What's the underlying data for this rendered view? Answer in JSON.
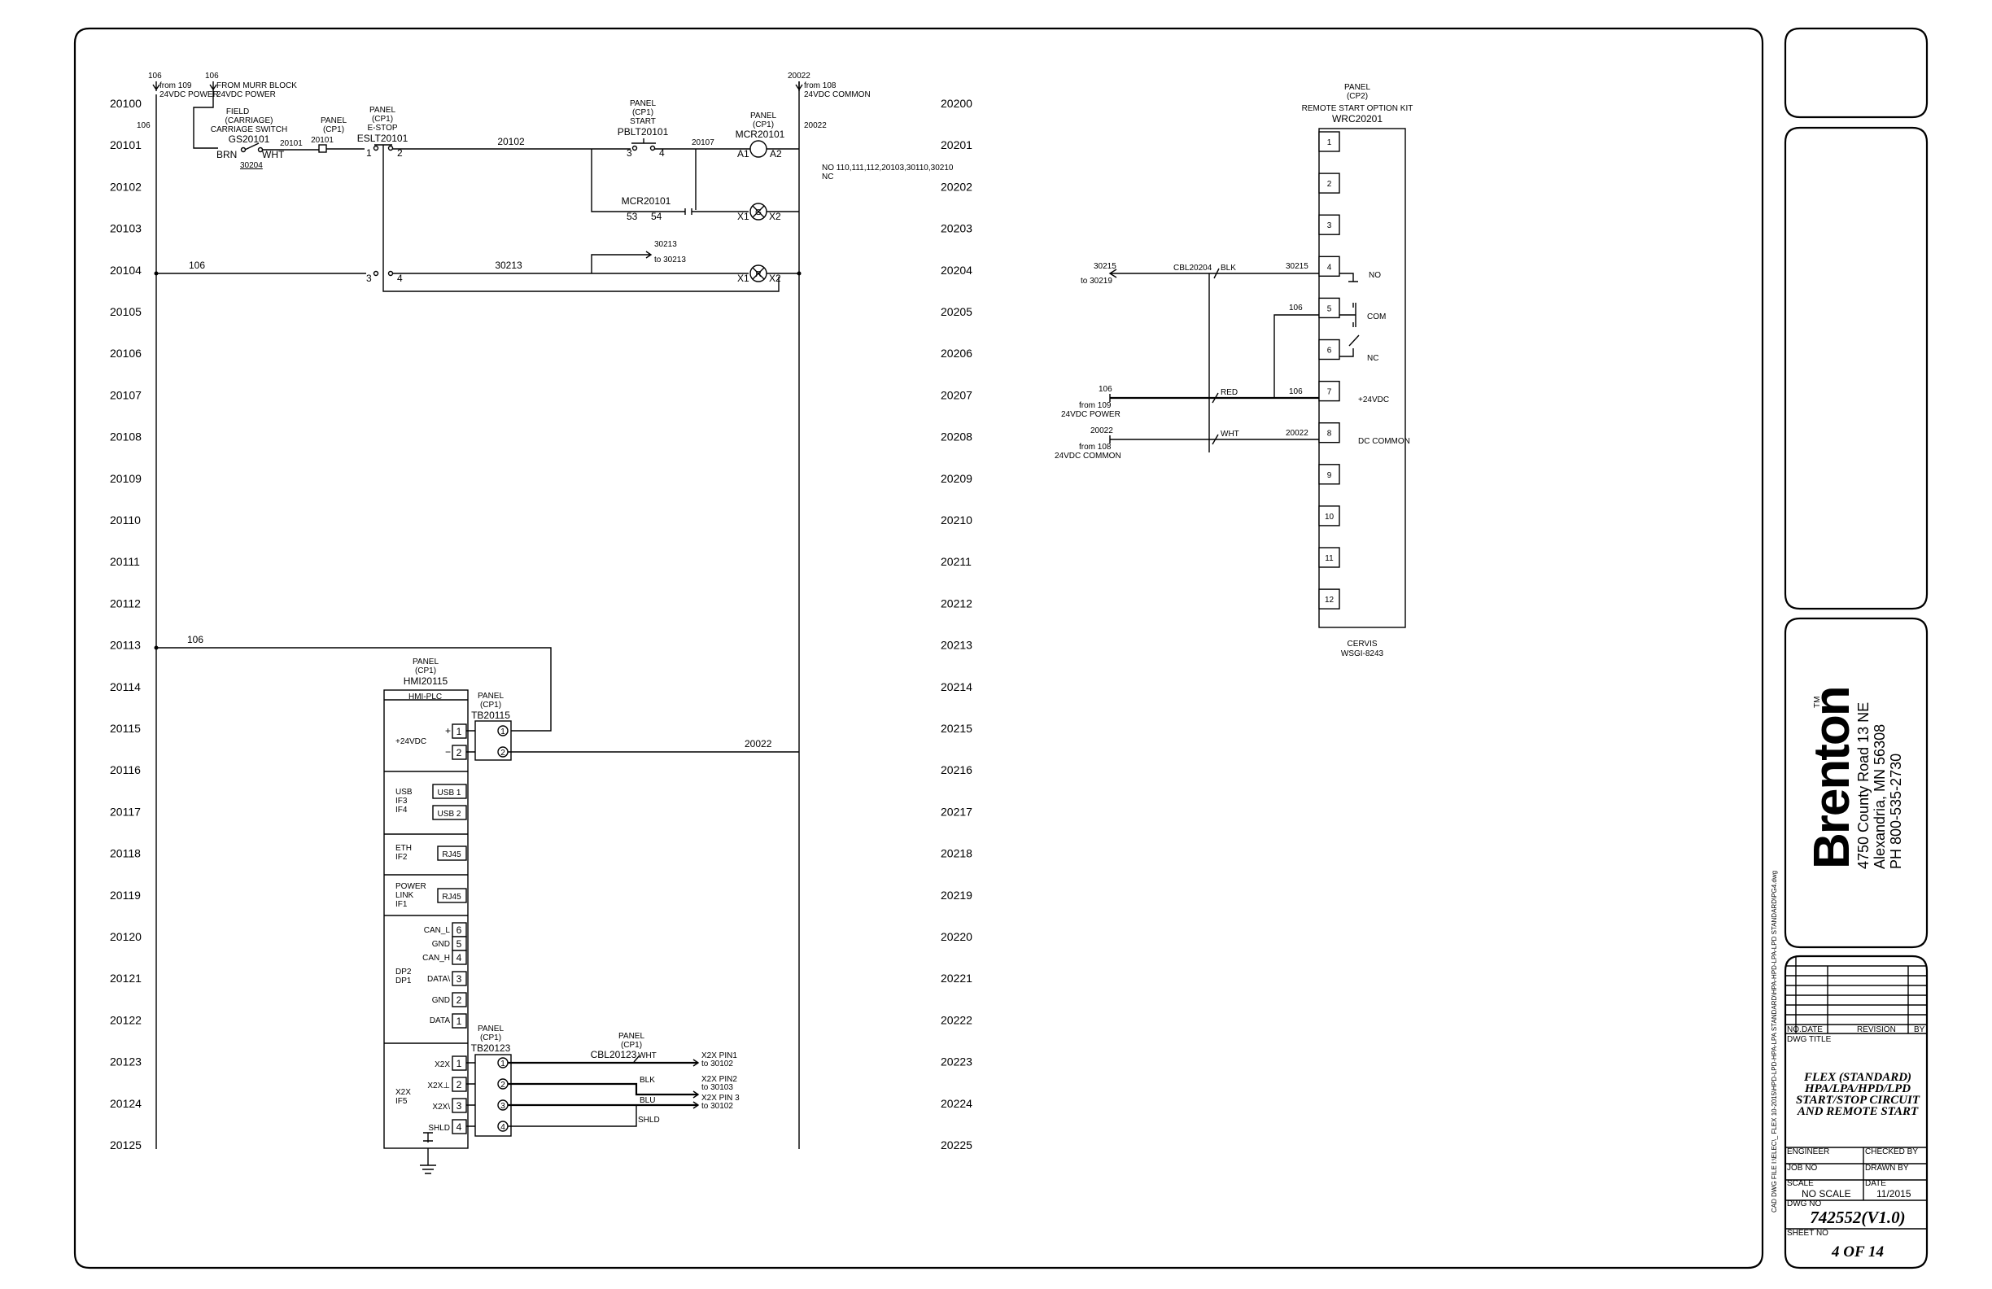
{
  "rungs_left": [
    "20100",
    "20101",
    "20102",
    "20103",
    "20104",
    "20105",
    "20106",
    "20107",
    "20108",
    "20109",
    "20110",
    "20111",
    "20112",
    "20113",
    "20114",
    "20115",
    "20116",
    "20117",
    "20118",
    "20119",
    "20120",
    "20121",
    "20122",
    "20123",
    "20124",
    "20125"
  ],
  "rungs_right": [
    "20200",
    "20201",
    "20202",
    "20203",
    "20204",
    "20205",
    "20206",
    "20207",
    "20208",
    "20209",
    "20210",
    "20211",
    "20212",
    "20213",
    "20214",
    "20215",
    "20216",
    "20217",
    "20218",
    "20219",
    "20220",
    "20221",
    "20222",
    "20223",
    "20224",
    "20225"
  ],
  "top_feeds": {
    "left_num1": "106",
    "left_num2": "106",
    "left_from": "from 109",
    "left_power": "24VDC POWER",
    "murr_from": "FROM MURR BLOCK",
    "murr_power": "24VDC POWER",
    "right_num": "20022",
    "right_from": "from 108",
    "right_common": "24VDC COMMON",
    "wire106": "106",
    "wire20022": "20022"
  },
  "rung1": {
    "gs_field": "FIELD",
    "gs_carriage": "(CARRIAGE)",
    "gs_type": "CARRIAGE SWITCH",
    "gs_tag": "GS20101",
    "gs_brn": "BRN",
    "gs_wht": "WHT",
    "gs_ref": "30204",
    "wire_20101": "20101",
    "term_panel": "PANEL",
    "term_cp1": "(CP1)",
    "term_tag": "20101",
    "es_panel": "PANEL",
    "es_cp1": "(CP1)",
    "es_type": "E-STOP",
    "es_tag": "ESLT20101",
    "es_t1": "1",
    "es_t2": "2",
    "wire_20102": "20102",
    "pb_panel": "PANEL",
    "pb_cp1": "(CP1)",
    "pb_type": "START",
    "pb_tag": "PBLT20101",
    "pb_t3": "3",
    "pb_t4": "4",
    "wire_20107": "20107",
    "mcr_panel": "PANEL",
    "mcr_cp1": "(CP1)",
    "mcr_tag": "MCR20101",
    "a1": "A1",
    "a2": "A2",
    "no_refs": "NO 110,111,112,20103,30110,30210",
    "nc_refs": "NC"
  },
  "rung2": {
    "mcr_tag": "MCR20101",
    "t53": "53",
    "t54": "54",
    "lamp": "G",
    "x1": "X1",
    "x2": "X2"
  },
  "rung4": {
    "wire106": "106",
    "es_t3": "3",
    "es_t4": "4",
    "wire30213": "30213",
    "arrow_num": "30213",
    "arrow_to": "to 30213",
    "lamp": "R",
    "x1": "X1",
    "x2": "X2"
  },
  "hmi": {
    "wire106": "106",
    "panel": "PANEL",
    "cp1": "(CP1)",
    "tag": "HMI20115",
    "header": "HMI-PLC",
    "v24": "+24VDC",
    "plus": "+",
    "minus": "−",
    "p1": "1",
    "p2": "2",
    "usb_l1": "USB",
    "usb_l2": "IF3",
    "usb_l3": "IF4",
    "usb1": "USB 1",
    "usb2": "USB 2",
    "eth_l1": "ETH",
    "eth_l2": "IF2",
    "rj45a": "RJ45",
    "pl_l1": "POWER",
    "pl_l2": "LINK",
    "pl_l3": "IF1",
    "rj45b": "RJ45",
    "dp_l1": "DP2",
    "dp_l2": "DP1",
    "can_l": "CAN_L",
    "gnd_a": "GND",
    "can_h": "CAN_H",
    "data_a": "DATA\\",
    "gnd_b": "GND",
    "data_b": "DATA",
    "c6": "6",
    "c5": "5",
    "c4": "4",
    "c3": "3",
    "c2": "2",
    "c1": "1",
    "x2x_l1": "X2X",
    "x2x_l2": "IF5",
    "x2x": "X2X",
    "x2x_bar": "X2X⊥",
    "x2x_b": "X2X\\",
    "shld": "SHLD",
    "x1": "1",
    "x2": "2",
    "x3": "3",
    "x4": "4"
  },
  "tb1": {
    "panel": "PANEL",
    "cp1": "(CP1)",
    "tag": "TB20115",
    "t1": "1",
    "t2": "2",
    "wire20022": "20022"
  },
  "tb2": {
    "panel": "PANEL",
    "cp1": "(CP1)",
    "tag": "TB20123",
    "t1": "1",
    "t2": "2",
    "t3": "3",
    "t4": "4",
    "cbl_panel": "PANEL",
    "cbl_cp1": "(CP1)",
    "cbl_tag": "CBL20123",
    "wht": "WHT",
    "blk": "BLK",
    "blu": "BLU",
    "shld": "SHLD",
    "pin1": "X2X PIN1",
    "pin1_to": "to 30102",
    "pin2": "X2X PIN2",
    "pin2_to": "to 30103",
    "pin3": "X2X PIN 3",
    "pin3_to": "to 30102"
  },
  "remote_kit": {
    "panel": "PANEL",
    "cp2": "(CP2)",
    "title": "REMOTE START OPTION KIT",
    "tag": "WRC20201",
    "terminals": [
      "1",
      "2",
      "3",
      "4",
      "5",
      "6",
      "7",
      "8",
      "9",
      "10",
      "11",
      "12"
    ],
    "no": "NO",
    "com": "COM",
    "nc": "NC",
    "v24": "+24VDC",
    "dc_common": "DC COMMON",
    "maker": "CERVIS",
    "model": "WSGI-8243",
    "in_30215": "30215",
    "in_to": "to 30219",
    "cbl": "CBL20204",
    "blk": "BLK",
    "w30215": "30215",
    "w106_com": "106",
    "in_106": "106",
    "in_from109": "from 109",
    "in_24vdc": "24VDC POWER",
    "red": "RED",
    "w106": "106",
    "in_20022": "20022",
    "in_from108": "from 108",
    "in_common": "24VDC COMMON",
    "wht": "WHT",
    "w20022": "20022"
  },
  "title_block": {
    "brand": "Brenton",
    "tm": "TM",
    "addr1": "4750 County Road 13 NE",
    "addr2": "Alexandria, MN 56308",
    "phone": "PH 800-535-2730",
    "file_path": "CAD DWG FILE  I:\\ELEC\\_ FLEX 10-2015\\HPD-LPD-HPA-LPA STANDARD\\HPA-HPD-LPA-LPD STANDARD\\PG4.dwg",
    "no": "NO.",
    "date": "DATE",
    "revision": "REVISION",
    "by": "BY",
    "dwg_title_label": "DWG TITLE",
    "title1": "FLEX (STANDARD)",
    "title2": "HPA/LPA/HPD/LPD",
    "title3": "START/STOP CIRCUIT",
    "title4": "AND REMOTE START",
    "engineer": "ENGINEER",
    "checked_by": "CHECKED BY",
    "job_no": "JOB NO",
    "drawn_by": "DRAWN BY",
    "scale_label": "SCALE",
    "scale": "NO SCALE",
    "date_label": "DATE",
    "date_value": "11/2015",
    "dwg_no_label": "DWG NO",
    "dwg_no": "742552(V1.0)",
    "sheet_label": "SHEET NO",
    "sheet": "4 OF 14"
  }
}
